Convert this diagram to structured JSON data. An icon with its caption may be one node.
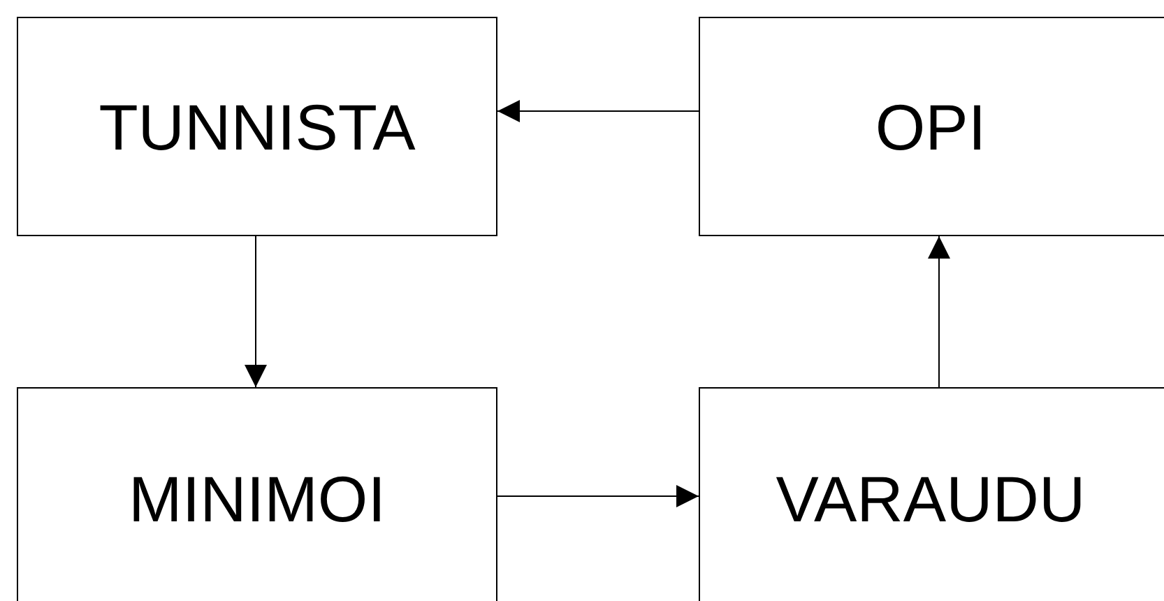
{
  "diagram": {
    "nodes": [
      {
        "text": [
          "TUNNISTA"
        ]
      },
      {
        "text": [
          "OPI"
        ]
      },
      {
        "text": [
          "MINIMOI"
        ]
      },
      {
        "text": [
          "VARAUDU"
        ]
      }
    ],
    "edges": [
      {
        "from": 1,
        "to": 0,
        "arrow": "to"
      },
      {
        "from": 0,
        "to": 2,
        "arrow": "to"
      },
      {
        "from": 2,
        "to": 3,
        "arrow": "to"
      },
      {
        "from": 3,
        "to": 1,
        "arrow": "to"
      }
    ]
  }
}
